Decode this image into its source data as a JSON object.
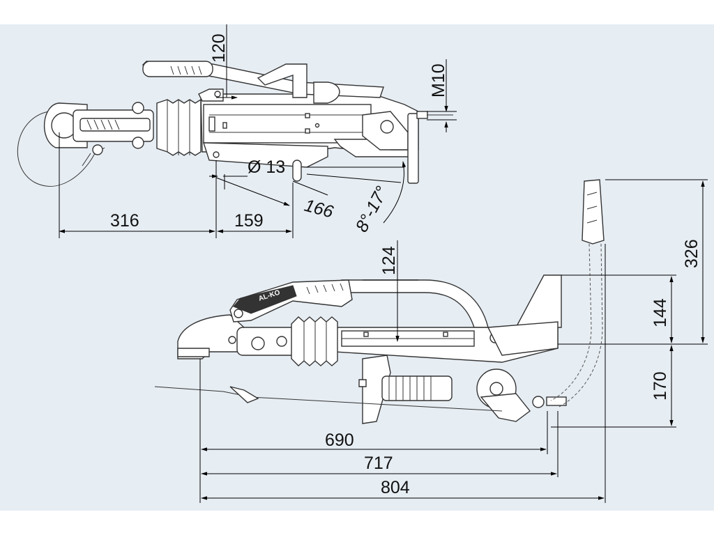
{
  "diagram": {
    "brand_label": "AL-KO",
    "top_view": {
      "dim_height": "120",
      "dim_thread": "M10",
      "dim_hole": "Ø 13",
      "dim_diag": "166",
      "dim_angle": "8°-17°",
      "dim_left": "316",
      "dim_mid": "159"
    },
    "side_view": {
      "dim_top": "124",
      "dim_total_height": "326",
      "dim_upper": "144",
      "dim_lower": "170",
      "dim_len_1": "690",
      "dim_len_2": "717",
      "dim_len_3": "804"
    }
  }
}
